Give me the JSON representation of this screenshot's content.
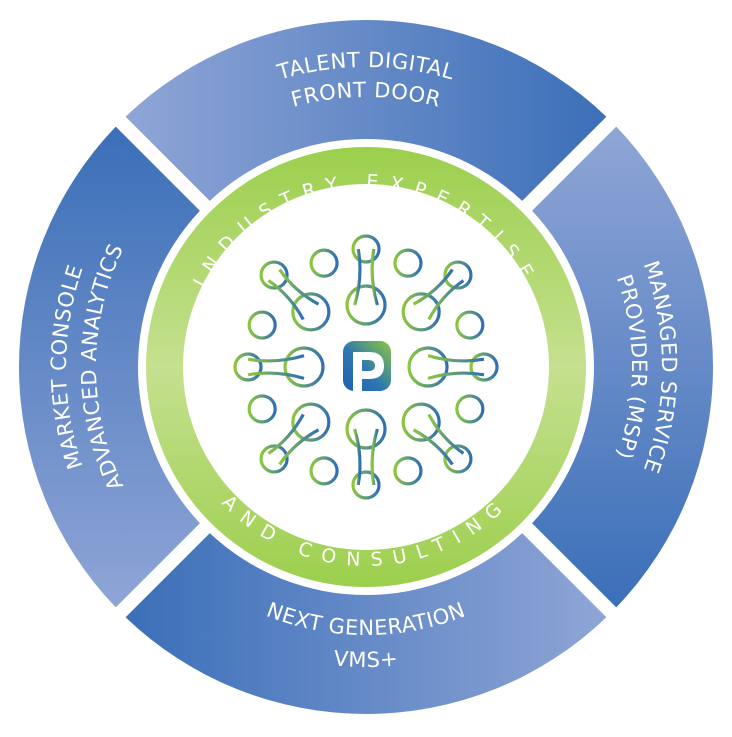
{
  "diagram": {
    "segments": [
      {
        "id": "top",
        "lines": [
          "TALENT DIGITAL",
          "FRONT DOOR"
        ]
      },
      {
        "id": "right",
        "lines": [
          "MANAGED SERVICE",
          "PROVIDER (MSP)"
        ]
      },
      {
        "id": "bottom",
        "lines": [
          "NEXT GENERATION",
          "VMS+"
        ]
      },
      {
        "id": "left",
        "lines": [
          "MARKET CONSOLE",
          "ADVANCED ANALYTICS"
        ]
      }
    ],
    "ring": {
      "top_text": "INDUSTRY EXPERTISE",
      "bottom_text": "AND CONSULTING"
    },
    "center_logo": {
      "letter": "P",
      "icon": "p-logo-icon"
    },
    "colors": {
      "blue_dark": "#3b6fb8",
      "blue_light": "#8fa5d6",
      "green": "#9ccf4d",
      "green_light": "#c5e08f",
      "molecule_green": "#8cc63f",
      "molecule_blue": "#2f6fb5"
    }
  }
}
